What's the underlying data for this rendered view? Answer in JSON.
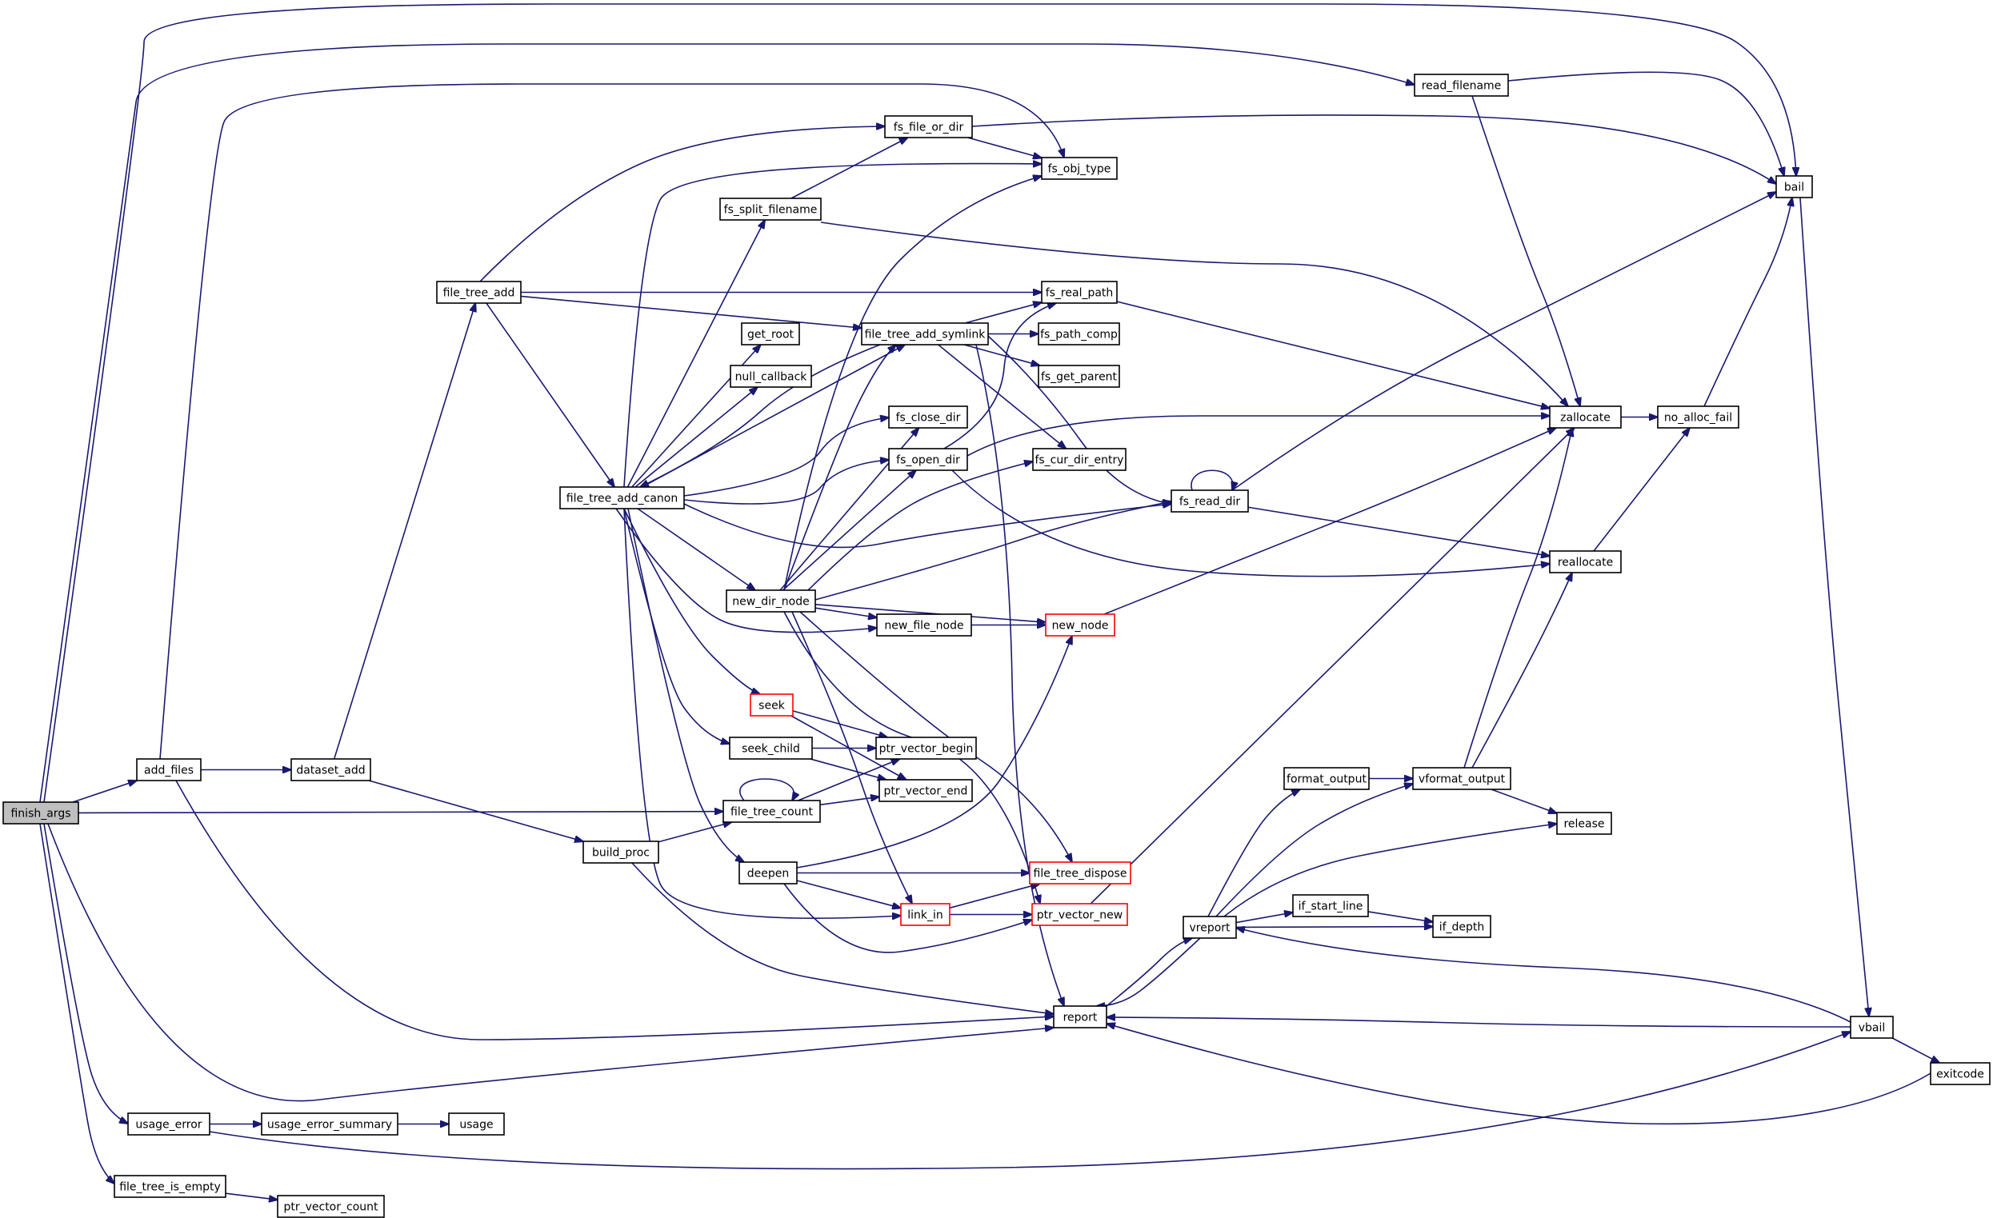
{
  "diagram": {
    "nodes": [
      {
        "id": "finish_args",
        "label": "finish_args",
        "style": "root"
      },
      {
        "id": "add_files",
        "label": "add_files",
        "style": "normal"
      },
      {
        "id": "dataset_add",
        "label": "dataset_add",
        "style": "normal"
      },
      {
        "id": "build_proc",
        "label": "build_proc",
        "style": "normal"
      },
      {
        "id": "file_tree_add",
        "label": "file_tree_add",
        "style": "normal"
      },
      {
        "id": "file_tree_add_canon",
        "label": "file_tree_add_canon",
        "style": "normal"
      },
      {
        "id": "fs_split_filename",
        "label": "fs_split_filename",
        "style": "normal"
      },
      {
        "id": "get_root",
        "label": "get_root",
        "style": "normal"
      },
      {
        "id": "null_callback",
        "label": "null_callback",
        "style": "normal"
      },
      {
        "id": "fs_file_or_dir",
        "label": "fs_file_or_dir",
        "style": "normal"
      },
      {
        "id": "fs_obj_type",
        "label": "fs_obj_type",
        "style": "normal"
      },
      {
        "id": "file_tree_add_symlink",
        "label": "file_tree_add_symlink",
        "style": "normal"
      },
      {
        "id": "fs_real_path",
        "label": "fs_real_path",
        "style": "normal"
      },
      {
        "id": "fs_path_comp",
        "label": "fs_path_comp",
        "style": "normal"
      },
      {
        "id": "fs_get_parent",
        "label": "fs_get_parent",
        "style": "normal"
      },
      {
        "id": "fs_close_dir",
        "label": "fs_close_dir",
        "style": "normal"
      },
      {
        "id": "fs_open_dir",
        "label": "fs_open_dir",
        "style": "normal"
      },
      {
        "id": "fs_cur_dir_entry",
        "label": "fs_cur_dir_entry",
        "style": "normal"
      },
      {
        "id": "new_dir_node",
        "label": "new_dir_node",
        "style": "normal"
      },
      {
        "id": "new_file_node",
        "label": "new_file_node",
        "style": "normal"
      },
      {
        "id": "new_node",
        "label": "new_node",
        "style": "red"
      },
      {
        "id": "seek",
        "label": "seek",
        "style": "red"
      },
      {
        "id": "seek_child",
        "label": "seek_child",
        "style": "normal"
      },
      {
        "id": "ptr_vector_begin",
        "label": "ptr_vector_begin",
        "style": "normal"
      },
      {
        "id": "ptr_vector_end",
        "label": "ptr_vector_end",
        "style": "normal"
      },
      {
        "id": "file_tree_count",
        "label": "file_tree_count",
        "style": "normal"
      },
      {
        "id": "deepen",
        "label": "deepen",
        "style": "normal"
      },
      {
        "id": "link_in",
        "label": "link_in",
        "style": "red"
      },
      {
        "id": "file_tree_dispose",
        "label": "file_tree_dispose",
        "style": "red"
      },
      {
        "id": "ptr_vector_new",
        "label": "ptr_vector_new",
        "style": "red"
      },
      {
        "id": "report",
        "label": "report",
        "style": "normal"
      },
      {
        "id": "vreport",
        "label": "vreport",
        "style": "normal"
      },
      {
        "id": "format_output",
        "label": "format_output",
        "style": "normal"
      },
      {
        "id": "vformat_output",
        "label": "vformat_output",
        "style": "normal"
      },
      {
        "id": "release",
        "label": "release",
        "style": "normal"
      },
      {
        "id": "if_start_line",
        "label": "if_start_line",
        "style": "normal"
      },
      {
        "id": "if_depth",
        "label": "if_depth",
        "style": "normal"
      },
      {
        "id": "read_filename",
        "label": "read_filename",
        "style": "normal"
      },
      {
        "id": "bail",
        "label": "bail",
        "style": "normal"
      },
      {
        "id": "zallocate",
        "label": "zallocate",
        "style": "normal"
      },
      {
        "id": "no_alloc_fail",
        "label": "no_alloc_fail",
        "style": "normal"
      },
      {
        "id": "fs_read_dir",
        "label": "fs_read_dir",
        "style": "normal"
      },
      {
        "id": "reallocate",
        "label": "reallocate",
        "style": "normal"
      },
      {
        "id": "vbail",
        "label": "vbail",
        "style": "normal"
      },
      {
        "id": "exitcode",
        "label": "exitcode",
        "style": "normal"
      },
      {
        "id": "usage_error",
        "label": "usage_error",
        "style": "normal"
      },
      {
        "id": "usage_error_summary",
        "label": "usage_error_summary",
        "style": "normal"
      },
      {
        "id": "usage",
        "label": "usage",
        "style": "normal"
      },
      {
        "id": "file_tree_is_empty",
        "label": "file_tree_is_empty",
        "style": "normal"
      },
      {
        "id": "ptr_vector_count",
        "label": "ptr_vector_count",
        "style": "normal"
      }
    ],
    "edges": [
      [
        "finish_args",
        "add_files"
      ],
      [
        "finish_args",
        "bail"
      ],
      [
        "finish_args",
        "read_filename"
      ],
      [
        "finish_args",
        "file_tree_count"
      ],
      [
        "finish_args",
        "report"
      ],
      [
        "finish_args",
        "usage_error"
      ],
      [
        "finish_args",
        "file_tree_is_empty"
      ],
      [
        "add_files",
        "dataset_add"
      ],
      [
        "add_files",
        "fs_obj_type"
      ],
      [
        "add_files",
        "report"
      ],
      [
        "dataset_add",
        "file_tree_add"
      ],
      [
        "dataset_add",
        "build_proc"
      ],
      [
        "build_proc",
        "file_tree_count"
      ],
      [
        "build_proc",
        "report"
      ],
      [
        "file_tree_add",
        "fs_file_or_dir"
      ],
      [
        "file_tree_add",
        "fs_real_path"
      ],
      [
        "file_tree_add",
        "file_tree_add_symlink"
      ],
      [
        "file_tree_add",
        "file_tree_add_canon"
      ],
      [
        "file_tree_add_canon",
        "fs_split_filename"
      ],
      [
        "file_tree_add_canon",
        "get_root"
      ],
      [
        "file_tree_add_canon",
        "null_callback"
      ],
      [
        "file_tree_add_canon",
        "fs_obj_type"
      ],
      [
        "file_tree_add_canon",
        "file_tree_add_symlink"
      ],
      [
        "file_tree_add_canon",
        "fs_close_dir"
      ],
      [
        "file_tree_add_canon",
        "fs_open_dir"
      ],
      [
        "file_tree_add_canon",
        "fs_read_dir"
      ],
      [
        "file_tree_add_canon",
        "new_dir_node"
      ],
      [
        "file_tree_add_canon",
        "new_file_node"
      ],
      [
        "file_tree_add_canon",
        "seek"
      ],
      [
        "file_tree_add_canon",
        "seek_child"
      ],
      [
        "file_tree_add_canon",
        "deepen"
      ],
      [
        "file_tree_add_canon",
        "link_in"
      ],
      [
        "fs_split_filename",
        "fs_file_or_dir"
      ],
      [
        "fs_split_filename",
        "zallocate"
      ],
      [
        "fs_file_or_dir",
        "fs_obj_type"
      ],
      [
        "fs_file_or_dir",
        "bail"
      ],
      [
        "file_tree_add_symlink",
        "fs_real_path"
      ],
      [
        "file_tree_add_symlink",
        "fs_path_comp"
      ],
      [
        "file_tree_add_symlink",
        "fs_get_parent"
      ],
      [
        "file_tree_add_symlink",
        "fs_cur_dir_entry"
      ],
      [
        "file_tree_add_symlink",
        "file_tree_add_canon"
      ],
      [
        "file_tree_add_symlink",
        "report"
      ],
      [
        "file_tree_add_symlink",
        "fs_read_dir"
      ],
      [
        "fs_real_path",
        "zallocate"
      ],
      [
        "fs_open_dir",
        "fs_real_path"
      ],
      [
        "fs_open_dir",
        "zallocate"
      ],
      [
        "fs_open_dir",
        "reallocate"
      ],
      [
        "new_dir_node",
        "fs_obj_type"
      ],
      [
        "new_dir_node",
        "file_tree_add_symlink"
      ],
      [
        "new_dir_node",
        "fs_close_dir"
      ],
      [
        "new_dir_node",
        "fs_open_dir"
      ],
      [
        "new_dir_node",
        "fs_cur_dir_entry"
      ],
      [
        "new_dir_node",
        "fs_read_dir"
      ],
      [
        "new_dir_node",
        "new_node"
      ],
      [
        "new_dir_node",
        "new_file_node"
      ],
      [
        "new_dir_node",
        "file_tree_dispose"
      ],
      [
        "new_dir_node",
        "ptr_vector_new"
      ],
      [
        "new_dir_node",
        "link_in"
      ],
      [
        "new_file_node",
        "new_node"
      ],
      [
        "new_node",
        "zallocate"
      ],
      [
        "seek",
        "ptr_vector_begin"
      ],
      [
        "seek",
        "ptr_vector_end"
      ],
      [
        "seek_child",
        "ptr_vector_begin"
      ],
      [
        "seek_child",
        "ptr_vector_end"
      ],
      [
        "file_tree_count",
        "file_tree_count"
      ],
      [
        "file_tree_count",
        "ptr_vector_begin"
      ],
      [
        "file_tree_count",
        "ptr_vector_end"
      ],
      [
        "deepen",
        "new_node"
      ],
      [
        "deepen",
        "file_tree_dispose"
      ],
      [
        "deepen",
        "link_in"
      ],
      [
        "deepen",
        "ptr_vector_new"
      ],
      [
        "link_in",
        "file_tree_dispose"
      ],
      [
        "link_in",
        "ptr_vector_new"
      ],
      [
        "ptr_vector_new",
        "zallocate"
      ],
      [
        "report",
        "vreport"
      ],
      [
        "vreport",
        "report"
      ],
      [
        "vreport",
        "format_output"
      ],
      [
        "vreport",
        "vformat_output"
      ],
      [
        "vreport",
        "release"
      ],
      [
        "vreport",
        "if_start_line"
      ],
      [
        "vreport",
        "if_depth"
      ],
      [
        "format_output",
        "vformat_output"
      ],
      [
        "vformat_output",
        "zallocate"
      ],
      [
        "vformat_output",
        "reallocate"
      ],
      [
        "vformat_output",
        "release"
      ],
      [
        "if_start_line",
        "if_depth"
      ],
      [
        "read_filename",
        "bail"
      ],
      [
        "read_filename",
        "zallocate"
      ],
      [
        "bail",
        "vbail"
      ],
      [
        "zallocate",
        "no_alloc_fail"
      ],
      [
        "no_alloc_fail",
        "bail"
      ],
      [
        "fs_read_dir",
        "fs_read_dir"
      ],
      [
        "fs_read_dir",
        "bail"
      ],
      [
        "fs_read_dir",
        "reallocate"
      ],
      [
        "reallocate",
        "no_alloc_fail"
      ],
      [
        "vbail",
        "vreport"
      ],
      [
        "vbail",
        "report"
      ],
      [
        "vbail",
        "exitcode"
      ],
      [
        "exitcode",
        "report"
      ],
      [
        "usage_error",
        "usage_error_summary"
      ],
      [
        "usage_error",
        "vbail"
      ],
      [
        "usage_error_summary",
        "usage"
      ],
      [
        "file_tree_is_empty",
        "ptr_vector_count"
      ]
    ]
  }
}
